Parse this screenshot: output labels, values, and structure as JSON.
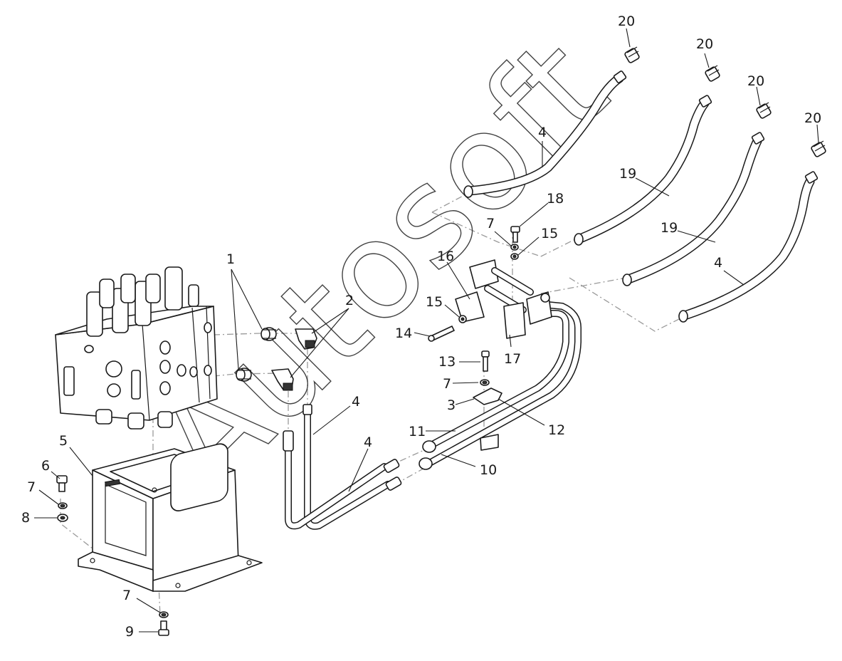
{
  "diagram": {
    "watermark": "Autosoft",
    "labels": {
      "l1": "1",
      "l2": "2",
      "l3": "3",
      "l4a": "4",
      "l4b": "4",
      "l4c": "4",
      "l4d": "4",
      "l5": "5",
      "l6": "6",
      "l7a": "7",
      "l7b": "7",
      "l7c": "7",
      "l7d": "7",
      "l8": "8",
      "l9": "9",
      "l10": "10",
      "l11": "11",
      "l12": "12",
      "l13": "13",
      "l14": "14",
      "l15a": "15",
      "l15b": "15",
      "l16": "16",
      "l17": "17",
      "l18": "18",
      "l19a": "19",
      "l19b": "19",
      "l20a": "20",
      "l20b": "20",
      "l20c": "20",
      "l20d": "20"
    }
  }
}
